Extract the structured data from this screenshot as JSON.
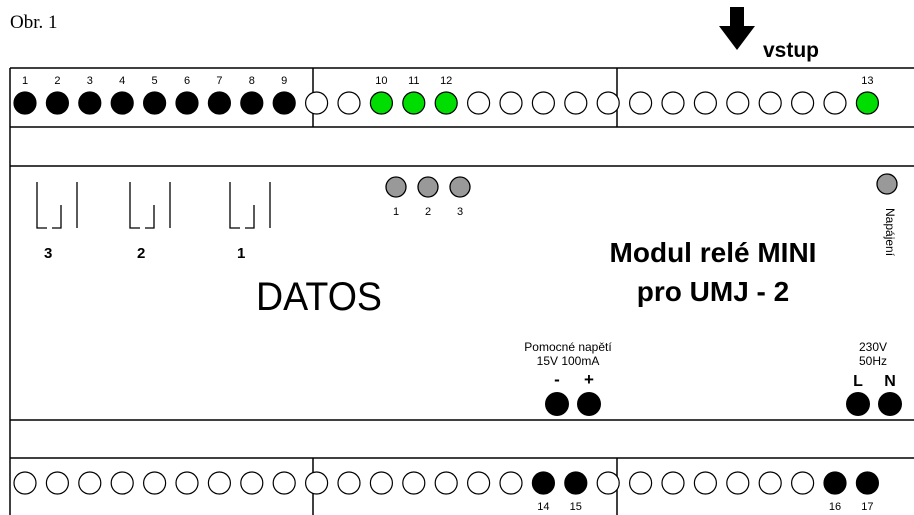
{
  "figure_label": "Obr. 1",
  "input_label": "vstup",
  "module_title": [
    "Modul relé MINI",
    "pro UMJ - 2"
  ],
  "brand": "DATOS",
  "power_indicator_label": "Napájení",
  "relays": [
    {
      "label": "3"
    },
    {
      "label": "2"
    },
    {
      "label": "1"
    }
  ],
  "relay_leds": [
    {
      "label": "1"
    },
    {
      "label": "2"
    },
    {
      "label": "3"
    }
  ],
  "aux_supply": {
    "title": "Pomocné napětí",
    "spec": "15V 100mA",
    "minus": "-",
    "plus": "+"
  },
  "mains": {
    "voltage": "230V",
    "freq": "50Hz",
    "l": "L",
    "n": "N"
  },
  "colors": {
    "terminal_used": "#000000",
    "terminal_active": "#00dd00",
    "led": "#999999"
  },
  "top_terminals": [
    {
      "state": "used",
      "label": "1"
    },
    {
      "state": "used",
      "label": "2"
    },
    {
      "state": "used",
      "label": "3"
    },
    {
      "state": "used",
      "label": "4"
    },
    {
      "state": "used",
      "label": "5"
    },
    {
      "state": "used",
      "label": "6"
    },
    {
      "state": "used",
      "label": "7"
    },
    {
      "state": "used",
      "label": "8"
    },
    {
      "state": "used",
      "label": "9"
    },
    {
      "state": "empty",
      "label": ""
    },
    {
      "state": "empty",
      "label": ""
    },
    {
      "state": "active",
      "label": "10"
    },
    {
      "state": "active",
      "label": "11"
    },
    {
      "state": "active",
      "label": "12"
    },
    {
      "state": "empty",
      "label": ""
    },
    {
      "state": "empty",
      "label": ""
    },
    {
      "state": "empty",
      "label": ""
    },
    {
      "state": "empty",
      "label": ""
    },
    {
      "state": "empty",
      "label": ""
    },
    {
      "state": "empty",
      "label": ""
    },
    {
      "state": "empty",
      "label": ""
    },
    {
      "state": "empty",
      "label": ""
    },
    {
      "state": "empty",
      "label": ""
    },
    {
      "state": "empty",
      "label": ""
    },
    {
      "state": "empty",
      "label": ""
    },
    {
      "state": "empty",
      "label": ""
    },
    {
      "state": "active",
      "label": "13"
    }
  ],
  "bottom_terminals": [
    {
      "state": "empty",
      "label": ""
    },
    {
      "state": "empty",
      "label": ""
    },
    {
      "state": "empty",
      "label": ""
    },
    {
      "state": "empty",
      "label": ""
    },
    {
      "state": "empty",
      "label": ""
    },
    {
      "state": "empty",
      "label": ""
    },
    {
      "state": "empty",
      "label": ""
    },
    {
      "state": "empty",
      "label": ""
    },
    {
      "state": "empty",
      "label": ""
    },
    {
      "state": "empty",
      "label": ""
    },
    {
      "state": "empty",
      "label": ""
    },
    {
      "state": "empty",
      "label": ""
    },
    {
      "state": "empty",
      "label": ""
    },
    {
      "state": "empty",
      "label": ""
    },
    {
      "state": "empty",
      "label": ""
    },
    {
      "state": "empty",
      "label": ""
    },
    {
      "state": "used",
      "label": "14"
    },
    {
      "state": "used",
      "label": "15"
    },
    {
      "state": "empty",
      "label": ""
    },
    {
      "state": "empty",
      "label": ""
    },
    {
      "state": "empty",
      "label": ""
    },
    {
      "state": "empty",
      "label": ""
    },
    {
      "state": "empty",
      "label": ""
    },
    {
      "state": "empty",
      "label": ""
    },
    {
      "state": "empty",
      "label": ""
    },
    {
      "state": "used",
      "label": "16"
    },
    {
      "state": "used",
      "label": "17"
    }
  ]
}
